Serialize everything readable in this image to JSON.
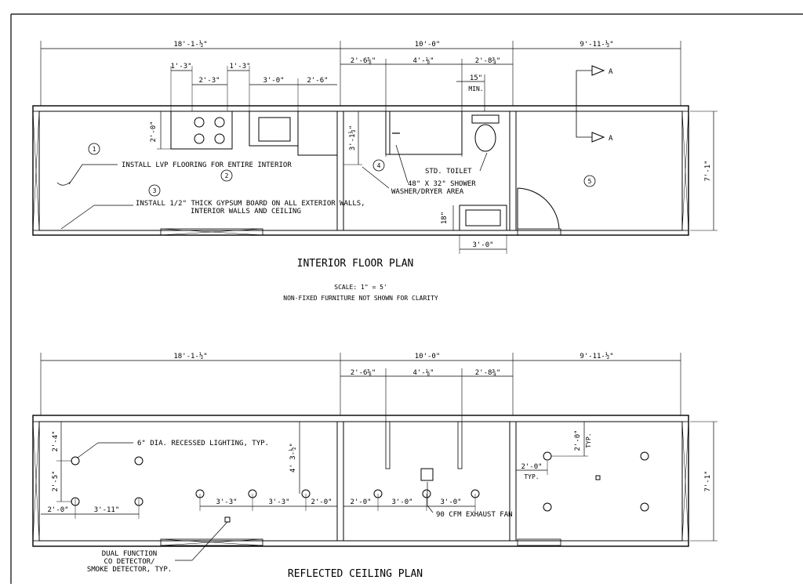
{
  "floor_plan": {
    "title": "INTERIOR FLOOR PLAN",
    "scale": "SCALE: 1\" = 5'",
    "note": "NON-FIXED FURNITURE NOT SHOWN FOR CLARITY",
    "overall_dims": [
      "18'-1-½\"",
      "10'-0\"",
      "9'-11-½\""
    ],
    "kitchen_dims": [
      "1'-3\"",
      "1'-3\"",
      "2'-3\"",
      "3'-0\"",
      "2'-6\""
    ],
    "kitchen_depth": "2'-0\"",
    "mid_dims": [
      "2'-6⅝\"",
      "4'-⅛\"",
      "2'-8¾\""
    ],
    "shower_min": "15\"",
    "shower_min_label": "MIN.",
    "wall_dim": "3'-1½\"",
    "sink_18": "18\"",
    "sink_width": "3'-0\"",
    "height_dim": "7'-1\"",
    "section_mark": "A",
    "callouts": [
      "1",
      "2",
      "3",
      "4",
      "5"
    ],
    "notes": {
      "lvp": "INSTALL LVP FLOORING FOR ENTIRE INTERIOR",
      "gypsum_1": "INSTALL 1/2\" THICK GYPSUM BOARD ON ALL EXTERIOR WALLS,",
      "gypsum_2": "INTERIOR WALLS AND CEILING",
      "toilet": "STD. TOILET",
      "shower": "48\" X 32\" SHOWER",
      "washer": "WASHER/DRYER AREA"
    }
  },
  "ceiling_plan": {
    "title": "REFLECTED CEILING PLAN",
    "overall_dims": [
      "18'-1-½\"",
      "10'-0\"",
      "9'-11-½\""
    ],
    "mid_dims": [
      "2'-6⅝\"",
      "4'-⅛\"",
      "2'-8¾\""
    ],
    "left_dims": [
      "2'-4\"",
      "2'-5\"",
      "2'-0\"",
      "3'-11\""
    ],
    "row_dims": [
      "3'-3\"",
      "3'-3\"",
      "2'-0\"",
      "2'-0\"",
      "3'-0\"",
      "3'-0\""
    ],
    "wall_dim": "4' 3-½\"",
    "right_dims": [
      "2'-0\"",
      "TYP.",
      "2'-0\"",
      "TYP."
    ],
    "height_dim": "7'-1\"",
    "notes": {
      "lighting": "6\" DIA. RECESSED LIGHTING, TYP.",
      "fan": "90 CFM EXHAUST FAN",
      "detector_1": "DUAL FUNCTION",
      "detector_2": "CO DETECTOR/",
      "detector_3": "SMOKE DETECTOR, TYP."
    }
  }
}
